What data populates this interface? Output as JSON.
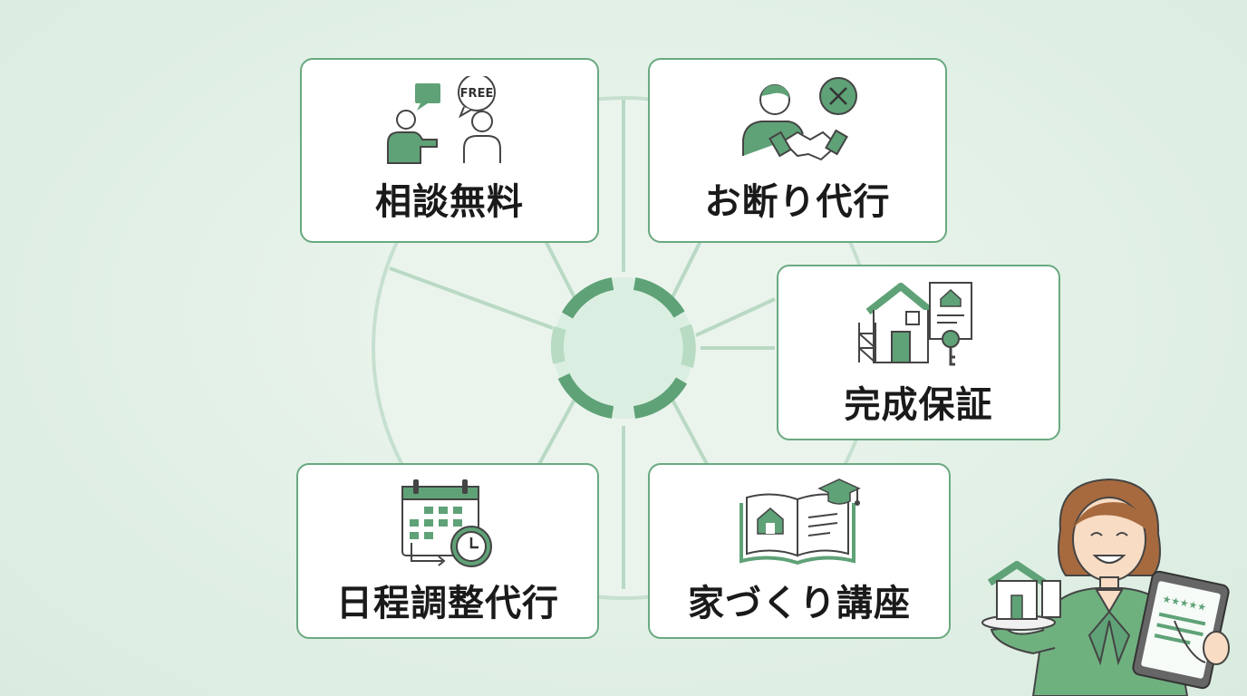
{
  "colors": {
    "accent": "#5fa277",
    "accent_light": "#a9d2b6",
    "border": "#6aa980",
    "text": "#1a1a1a"
  },
  "services": [
    {
      "label": "相談無料",
      "icon": "free-consultation-icon",
      "badge": "FREE"
    },
    {
      "label": "お断り代行",
      "icon": "handshake-decline-icon"
    },
    {
      "label": "完成保証",
      "icon": "house-warranty-icon"
    },
    {
      "label": "日程調整代行",
      "icon": "calendar-clock-icon"
    },
    {
      "label": "家づくり講座",
      "icon": "book-graduation-icon"
    }
  ],
  "illustration": {
    "icon": "advisor-woman-with-house-and-tablet"
  }
}
